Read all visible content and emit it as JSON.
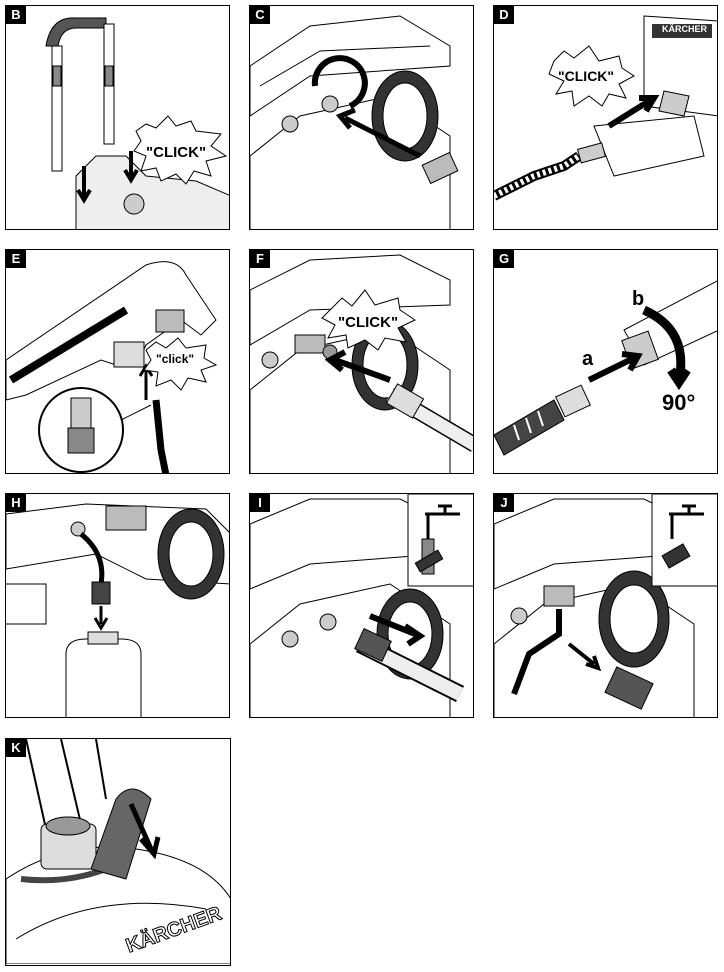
{
  "panels": [
    {
      "id": "B",
      "label": "B",
      "callout": "\"CLICK\""
    },
    {
      "id": "C",
      "label": "C"
    },
    {
      "id": "D",
      "label": "D",
      "callout": "\"CLICK\"",
      "brand": "KÄRCHER"
    },
    {
      "id": "E",
      "label": "E",
      "callout": "\"click\""
    },
    {
      "id": "F",
      "label": "F",
      "callout": "\"CLICK\""
    },
    {
      "id": "G",
      "label": "G",
      "step_a": "a",
      "step_b": "b",
      "angle": "90°"
    },
    {
      "id": "H",
      "label": "H"
    },
    {
      "id": "I",
      "label": "I"
    },
    {
      "id": "J",
      "label": "J"
    },
    {
      "id": "K",
      "label": "K",
      "brand": "KÄRCHER"
    }
  ],
  "colors": {
    "ink": "#000000",
    "paper": "#ffffff",
    "shade": "#d9d9d9",
    "dark": "#555555"
  }
}
